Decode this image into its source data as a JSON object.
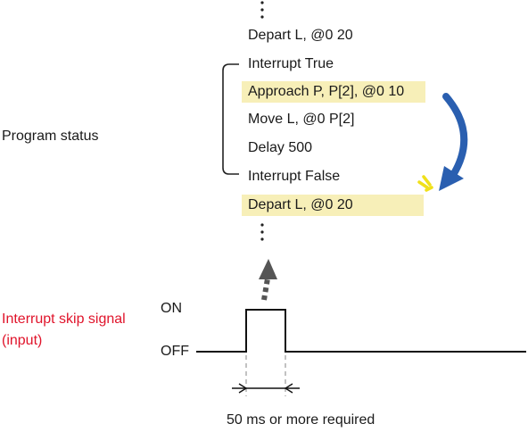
{
  "program": {
    "label": "Program status",
    "lines": [
      {
        "text": "Depart L, @0 20",
        "highlighted": false
      },
      {
        "text": "Interrupt True",
        "highlighted": false
      },
      {
        "text": "Approach P, P[2], @0 10",
        "highlighted": true
      },
      {
        "text": "Move L, @0 P[2]",
        "highlighted": false
      },
      {
        "text": "Delay 500",
        "highlighted": false
      },
      {
        "text": "Interrupt False",
        "highlighted": false
      },
      {
        "text": "Depart L, @0 20",
        "highlighted": true
      }
    ]
  },
  "signal": {
    "label_line1": "Interrupt skip signal",
    "label_line2": "(input)",
    "on_label": "ON",
    "off_label": "OFF",
    "duration_note": "50 ms or more required"
  },
  "colors": {
    "highlight": "#f7efb8",
    "jump_arrow": "#2a5fb0",
    "trigger_arrow": "#555555",
    "signal_label": "#e0142b",
    "spark": "#f0e01a"
  }
}
